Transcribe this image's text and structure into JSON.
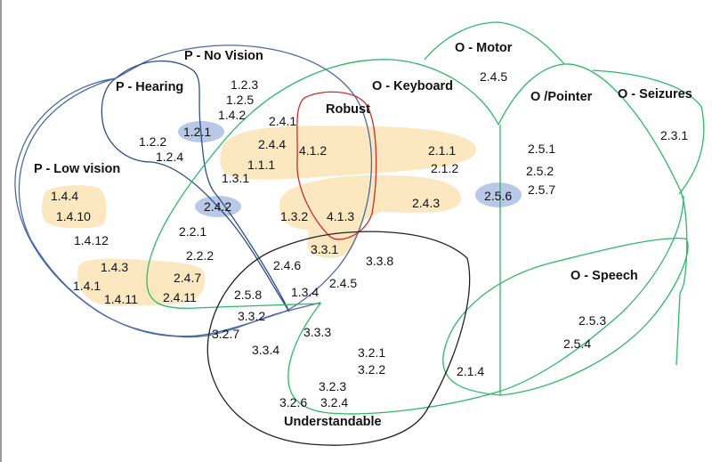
{
  "colors": {
    "blue_outline": "#4a6aa5",
    "dark_blue_outline": "#2f4f86",
    "green_outline": "#2db866",
    "red_outline": "#d02a2a",
    "black_outline": "#222222",
    "yellow_highlight": "#fbe8c0",
    "blue_highlight": "#b8c8e6"
  },
  "sets": {
    "no_vision": "P - No Vision",
    "hearing": "P - Hearing",
    "low_vision": "P - Low vision",
    "keyboard": "O - Keyboard",
    "motor": "O - Motor",
    "pointer": "O /Pointer",
    "seizures": "O - Seizures",
    "speech": "O - Speech",
    "robust": "Robust",
    "understandable": "Understandable"
  },
  "criteria": {
    "c123": "1.2.3",
    "c125": "1.2.5",
    "c142": "1.4.2",
    "c121": "1.2.1",
    "c122": "1.2.2",
    "c124": "1.2.4",
    "c241": "2.4.1",
    "c244": "2.4.4",
    "c111": "1.1.1",
    "c131": "1.3.1",
    "c412": "4.1.2",
    "c211": "2.1.1",
    "c212": "2.1.2",
    "c243": "2.4.3",
    "c132": "1.3.2",
    "c413": "4.1.3",
    "c331": "3.3.1",
    "c242": "2.4.2",
    "c144": "1.4.4",
    "c1410": "1.4.10",
    "c1412": "1.4.12",
    "c143": "1.4.3",
    "c141": "1.4.1",
    "c1411": "1.4.11",
    "c221": "2.2.1",
    "c222": "2.2.2",
    "c247": "2.4.7",
    "c2411": "2.4.11",
    "c246": "2.4.6",
    "c258": "2.5.8",
    "c134": "1.3.4",
    "c245b": "2.4.5",
    "c338": "3.3.8",
    "c332": "3.3.2",
    "c327": "3.2.7",
    "c334": "3.3.4",
    "c333": "3.3.3",
    "c321": "3.2.1",
    "c322": "3.2.2",
    "c323": "3.2.3",
    "c326": "3.2.6",
    "c324": "3.2.4",
    "c245": "2.4.5",
    "c251": "2.5.1",
    "c252": "2.5.2",
    "c257": "2.5.7",
    "c256": "2.5.6",
    "c231": "2.3.1",
    "c253": "2.5.3",
    "c254": "2.5.4",
    "c214": "2.1.4"
  }
}
